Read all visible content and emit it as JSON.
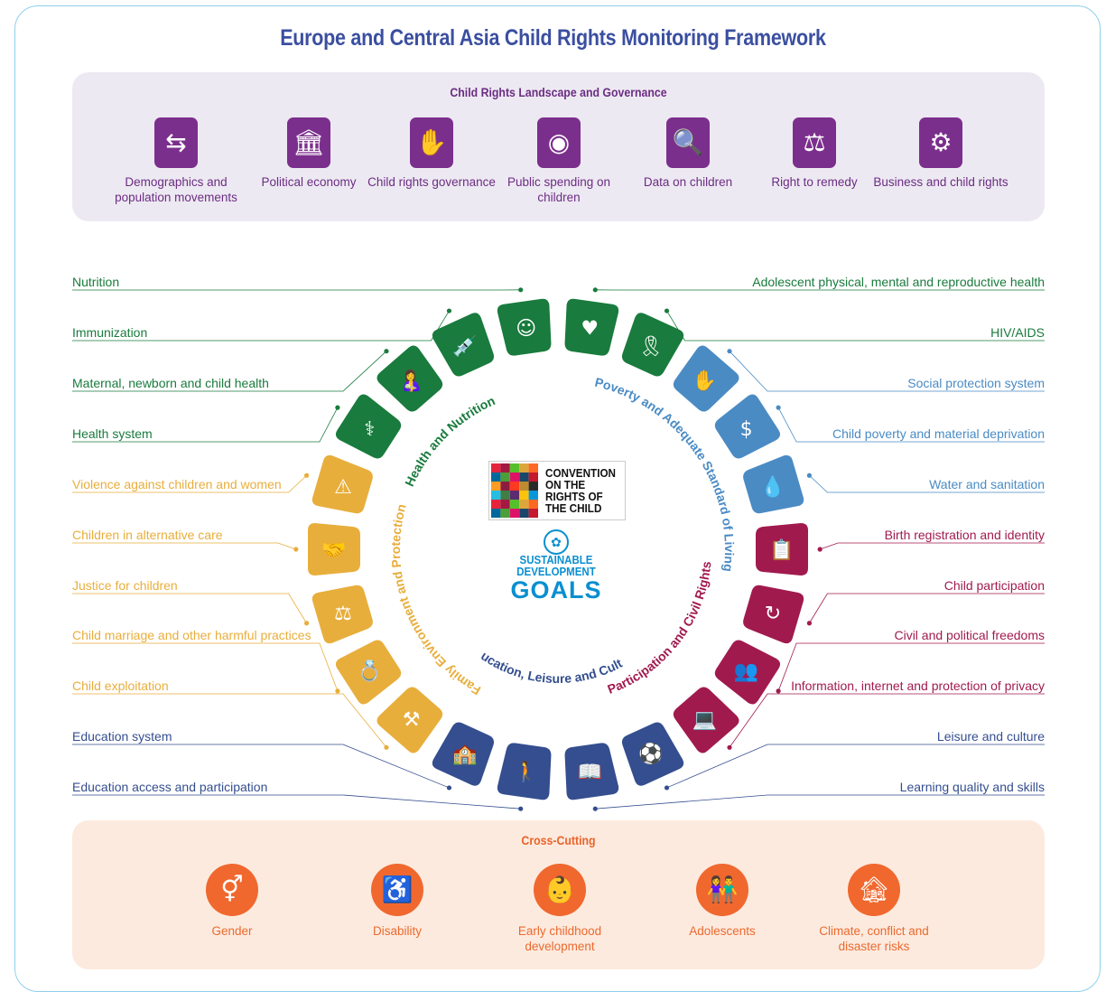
{
  "title": "Europe and Central Asia Child Rights Monitoring Framework",
  "governance": {
    "title": "Child Rights Landscape and Governance",
    "items": [
      {
        "label": "Demographics and population movements",
        "icon": "population-movement-icon",
        "glyph": "⇆"
      },
      {
        "label": "Political economy",
        "icon": "government-building-icon",
        "glyph": "🏛"
      },
      {
        "label": "Child rights governance",
        "icon": "hands-child-icon",
        "glyph": "✋"
      },
      {
        "label": "Public spending on children",
        "icon": "coin-hand-icon",
        "glyph": "◉"
      },
      {
        "label": "Data on children",
        "icon": "magnifier-chart-icon",
        "glyph": "🔍"
      },
      {
        "label": "Right to remedy",
        "icon": "gavel-document-icon",
        "glyph": "⚖"
      },
      {
        "label": "Business and child rights",
        "icon": "gear-child-icon",
        "glyph": "⚙"
      }
    ]
  },
  "colors": {
    "health": "#197b3d",
    "poverty": "#4a8bc4",
    "participation": "#a11a4e",
    "education": "#344e8f",
    "family": "#e8ae3c",
    "governance": "#7b2f8c",
    "crosscutting": "#f0682e"
  },
  "clusters": {
    "health": "Health and Nutrition",
    "poverty": "Poverty and Adequate Standard of Living",
    "participation": "Participation and Civil Rights",
    "education": "Education, Leisure and Culture",
    "family": "Family Environment and Protection"
  },
  "left_labels": [
    {
      "text": "Nutrition",
      "group": "health"
    },
    {
      "text": "Immunization",
      "group": "health"
    },
    {
      "text": "Maternal, newborn and child health",
      "group": "health"
    },
    {
      "text": "Health system",
      "group": "health"
    },
    {
      "text": "Violence against children and women",
      "group": "family"
    },
    {
      "text": "Children in alternative care",
      "group": "family"
    },
    {
      "text": "Justice for children",
      "group": "family"
    },
    {
      "text": "Child marriage and other harmful practices",
      "group": "family"
    },
    {
      "text": "Child exploitation",
      "group": "family"
    },
    {
      "text": "Education system",
      "group": "education"
    },
    {
      "text": "Education access and participation",
      "group": "education"
    }
  ],
  "right_labels": [
    {
      "text": "Adolescent physical, mental and reproductive health",
      "group": "health"
    },
    {
      "text": "HIV/AIDS",
      "group": "health"
    },
    {
      "text": "Social protection system",
      "group": "poverty"
    },
    {
      "text": "Child poverty and material deprivation",
      "group": "poverty"
    },
    {
      "text": "Water and sanitation",
      "group": "poverty"
    },
    {
      "text": "Birth registration and identity",
      "group": "participation"
    },
    {
      "text": "Child participation",
      "group": "participation"
    },
    {
      "text": "Civil and political freedoms",
      "group": "participation"
    },
    {
      "text": "Information, internet and protection of privacy",
      "group": "participation"
    },
    {
      "text": "Leisure and culture",
      "group": "education"
    },
    {
      "text": "Learning quality and skills",
      "group": "education"
    }
  ],
  "ring_tiles": [
    {
      "name": "nutrition-tile",
      "group": "health",
      "glyph": "☺"
    },
    {
      "name": "adolescent-health-tile",
      "group": "health",
      "glyph": "♥"
    },
    {
      "name": "hiv-aids-tile",
      "group": "health",
      "glyph": "🎗"
    },
    {
      "name": "social-protection-tile",
      "group": "poverty",
      "glyph": "✋"
    },
    {
      "name": "child-poverty-tile",
      "group": "poverty",
      "glyph": "$"
    },
    {
      "name": "water-sanitation-tile",
      "group": "poverty",
      "glyph": "💧"
    },
    {
      "name": "birth-registration-tile",
      "group": "participation",
      "glyph": "📋"
    },
    {
      "name": "child-participation-tile",
      "group": "participation",
      "glyph": "↻"
    },
    {
      "name": "civil-freedoms-tile",
      "group": "participation",
      "glyph": "👥"
    },
    {
      "name": "information-internet-tile",
      "group": "participation",
      "glyph": "💻"
    },
    {
      "name": "leisure-culture-tile",
      "group": "education",
      "glyph": "⚽"
    },
    {
      "name": "learning-quality-tile",
      "group": "education",
      "glyph": "📖"
    },
    {
      "name": "education-access-tile",
      "group": "education",
      "glyph": "🚶"
    },
    {
      "name": "education-system-tile",
      "group": "education",
      "glyph": "🏫"
    },
    {
      "name": "child-exploitation-tile",
      "group": "family",
      "glyph": "⚒"
    },
    {
      "name": "child-marriage-tile",
      "group": "family",
      "glyph": "💍"
    },
    {
      "name": "justice-tile",
      "group": "family",
      "glyph": "⚖"
    },
    {
      "name": "alternative-care-tile",
      "group": "family",
      "glyph": "🤝"
    },
    {
      "name": "violence-tile",
      "group": "family",
      "glyph": "⚠"
    },
    {
      "name": "health-system-tile",
      "group": "health",
      "glyph": "⚕"
    },
    {
      "name": "maternal-health-tile",
      "group": "health",
      "glyph": "🤱"
    },
    {
      "name": "immunization-tile",
      "group": "health",
      "glyph": "💉"
    }
  ],
  "center": {
    "crc_lines": [
      "CONVENTION",
      "ON THE",
      "RIGHTS OF",
      "THE CHILD"
    ],
    "sdg_line1": "SUSTAINABLE",
    "sdg_line2": "DEVELOPMENT",
    "sdg_goals": "GOALS"
  },
  "crosscutting": {
    "title": "Cross-Cutting",
    "items": [
      {
        "label": "Gender",
        "icon": "gender-icon",
        "glyph": "⚥"
      },
      {
        "label": "Disability",
        "icon": "wheelchair-icon",
        "glyph": "♿"
      },
      {
        "label": "Early childhood development",
        "icon": "baby-blocks-icon",
        "glyph": "👶"
      },
      {
        "label": "Adolescents",
        "icon": "adolescents-icon",
        "glyph": "👫"
      },
      {
        "label": "Climate, conflict and disaster risks",
        "icon": "disaster-house-icon",
        "glyph": "🏚"
      }
    ]
  }
}
